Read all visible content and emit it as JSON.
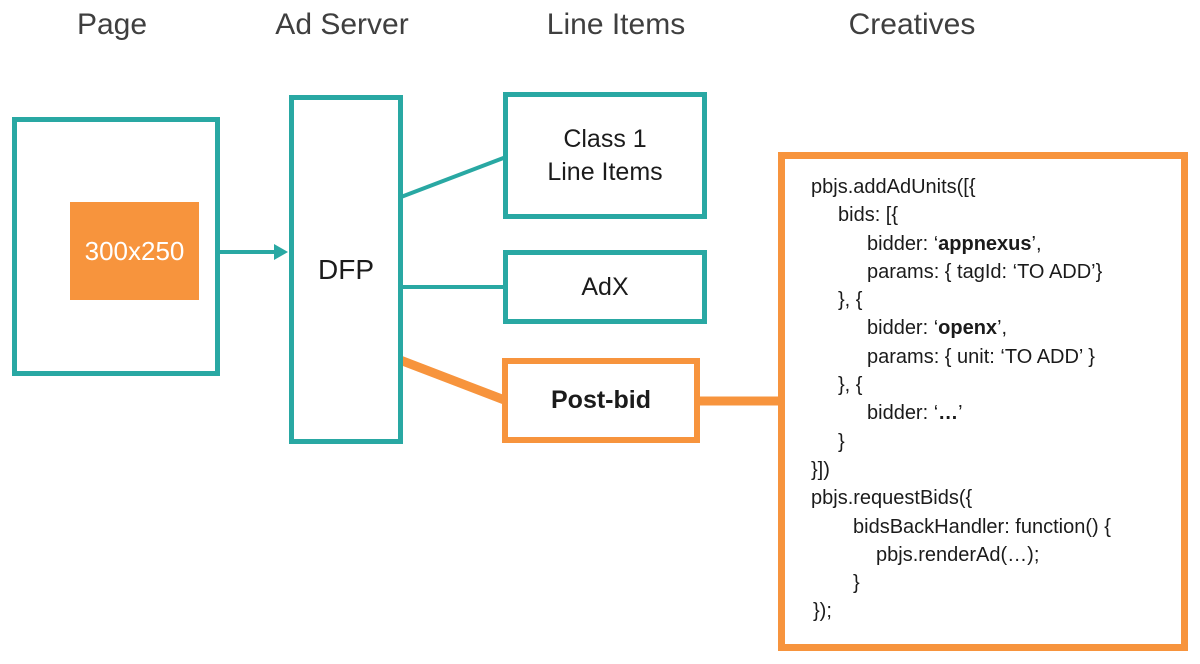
{
  "colors": {
    "teal": "#29A8A3",
    "orange": "#F7943D",
    "heading_text": "#3F3F3F",
    "code_text": "#1B1B1B",
    "ad_slot_bg": "#F7943D",
    "ad_slot_text": "#FFFFFF"
  },
  "headings": {
    "page": "Page",
    "ad_server": "Ad Server",
    "line_items": "Line Items",
    "creatives": "Creatives"
  },
  "page": {
    "ad_slot_label": "300x250"
  },
  "ad_server": {
    "dfp_label": "DFP"
  },
  "line_items": {
    "class1_label_line1": "Class 1",
    "class1_label_line2": "Line Items",
    "adx_label": "AdX",
    "postbid_label": "Post-bid"
  },
  "creatives": {
    "code_lines": [
      {
        "pad": 0,
        "segs": [
          {
            "t": "pbjs.addAdUnits([{",
            "b": false
          }
        ]
      },
      {
        "pad": 27,
        "segs": [
          {
            "t": "bids: [{",
            "b": false
          }
        ]
      },
      {
        "pad": 56,
        "segs": [
          {
            "t": "bidder: ‘",
            "b": false
          },
          {
            "t": "appnexus",
            "b": true
          },
          {
            "t": "’,",
            "b": false
          }
        ]
      },
      {
        "pad": 56,
        "segs": [
          {
            "t": "params: { tagId: ‘TO ADD’}",
            "b": false
          }
        ]
      },
      {
        "pad": 27,
        "segs": [
          {
            "t": "}, {",
            "b": false
          }
        ]
      },
      {
        "pad": 56,
        "segs": [
          {
            "t": "bidder: ‘",
            "b": false
          },
          {
            "t": "openx",
            "b": true
          },
          {
            "t": "’,",
            "b": false
          }
        ]
      },
      {
        "pad": 56,
        "segs": [
          {
            "t": "params: { unit: ‘TO ADD’ }",
            "b": false
          }
        ]
      },
      {
        "pad": 27,
        "segs": [
          {
            "t": "}, {",
            "b": false
          }
        ]
      },
      {
        "pad": 56,
        "segs": [
          {
            "t": "bidder: ‘",
            "b": false
          },
          {
            "t": "…",
            "b": true
          },
          {
            "t": "’",
            "b": false
          }
        ]
      },
      {
        "pad": 27,
        "segs": [
          {
            "t": "}",
            "b": false
          }
        ]
      },
      {
        "pad": 0,
        "segs": [
          {
            "t": "}])",
            "b": false
          }
        ]
      },
      {
        "pad": 0,
        "segs": [
          {
            "t": "pbjs.requestBids({",
            "b": false
          }
        ]
      },
      {
        "pad": 42,
        "segs": [
          {
            "t": "bidsBackHandler: function() {",
            "b": false
          }
        ]
      },
      {
        "pad": 65,
        "segs": [
          {
            "t": "pbjs.renderAd(…);",
            "b": false
          }
        ]
      },
      {
        "pad": 42,
        "segs": [
          {
            "t": "}",
            "b": false
          }
        ]
      },
      {
        "pad": 2,
        "segs": [
          {
            "t": "});",
            "b": false
          }
        ]
      }
    ]
  }
}
